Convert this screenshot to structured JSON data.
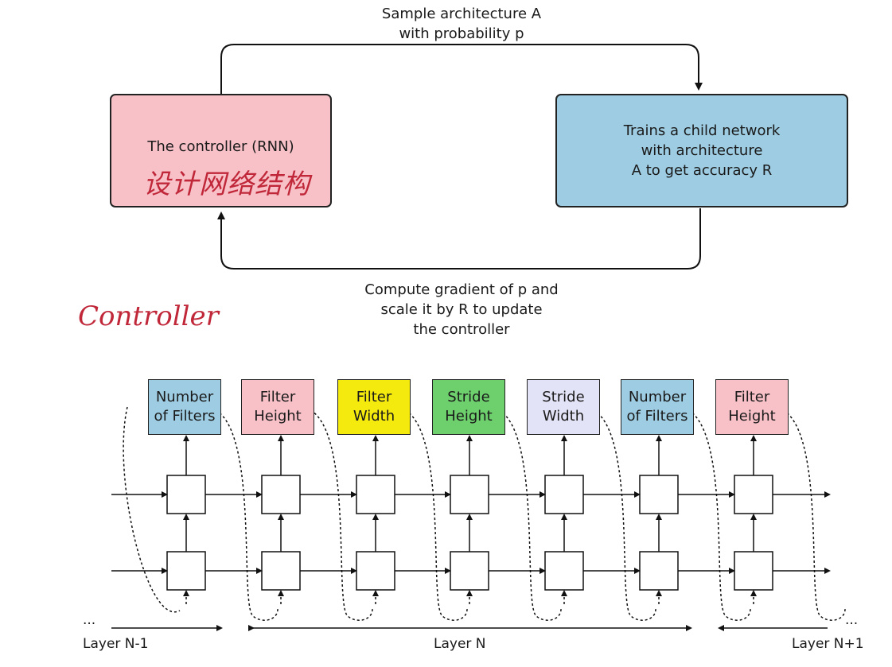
{
  "top_loop": {
    "sample_label": [
      "Sample architecture A",
      "with probability p"
    ],
    "controller_box": {
      "title": "The controller (RNN)",
      "annotation": "设计网络结构",
      "color": "#f8c1c8"
    },
    "child_box": {
      "lines": [
        "Trains a child network",
        "with architecture",
        "A to get accuracy R"
      ],
      "color": "#9ecde3"
    },
    "update_label": [
      "Compute gradient of p and",
      "scale it by R to update",
      "the controller"
    ]
  },
  "controller_annotation": "Controller",
  "params": [
    {
      "lines": [
        "Number",
        "of Filters"
      ],
      "color": "#9ecde3"
    },
    {
      "lines": [
        "Filter",
        "Height"
      ],
      "color": "#f8c1c8"
    },
    {
      "lines": [
        "Filter",
        "Width"
      ],
      "color": "#f5ea0e"
    },
    {
      "lines": [
        "Stride",
        "Height"
      ],
      "color": "#6dd06d"
    },
    {
      "lines": [
        "Stride",
        "Width"
      ],
      "color": "#e3e3f7"
    },
    {
      "lines": [
        "Number",
        "of Filters"
      ],
      "color": "#9ecde3"
    },
    {
      "lines": [
        "Filter",
        "Height"
      ],
      "color": "#f8c1c8"
    }
  ],
  "layers": {
    "prev": "Layer N-1",
    "current": "Layer N",
    "next": "Layer N+1",
    "ellipsis": "..."
  }
}
